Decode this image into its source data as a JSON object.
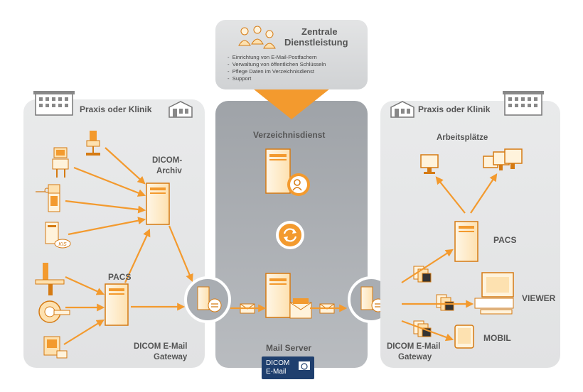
{
  "central_service": {
    "title_line1": "Zentrale",
    "title_line2": "Dienstleistung",
    "items": [
      "Einrichtung von E-Mail-Postfachern",
      "Verwaltung von öffentlichen Schlüsseln",
      "Pflege Daten im Verzeichnisdienst",
      "Support"
    ]
  },
  "left_panel": {
    "title": "Praxis oder Klinik",
    "archive_line1": "DICOM-",
    "archive_line2": "Archiv",
    "pacs": "PACS",
    "gateway_line1": "DICOM E-Mail",
    "gateway_line2": "Gateway",
    "kis_badge": "KIS"
  },
  "center_panel": {
    "directory": "Verzeichnisdienst",
    "mail_server": "Mail Server",
    "logo_line1": "DICOM",
    "logo_line2": "E-Mail"
  },
  "right_panel": {
    "title": "Praxis oder Klinik",
    "workstations": "Arbeitsplätze",
    "pacs": "PACS",
    "viewer": "VIEWER",
    "mobil": "MOBIL",
    "gateway_line1": "DICOM E-Mail",
    "gateway_line2": "Gateway"
  },
  "colors": {
    "orange": "#f39a2e",
    "orange_dark": "#d57a12",
    "panel_light": "#e6e7e8",
    "panel_dark": "#a9adb2",
    "text": "#555555"
  }
}
